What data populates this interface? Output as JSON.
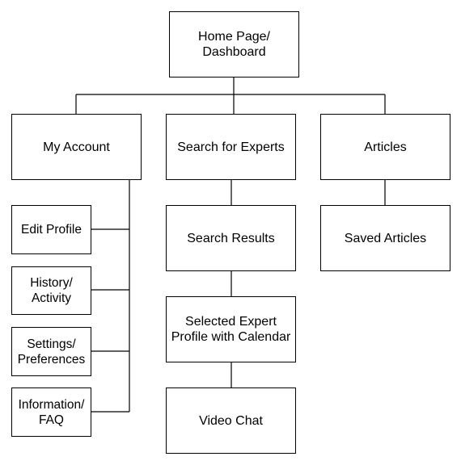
{
  "diagram": {
    "type": "sitemap-tree",
    "line_color": "#000000",
    "box_border_color": "#000000",
    "background": "#ffffff",
    "nodes": {
      "home": "Home Page/\nDashboard",
      "my_account": "My Account",
      "search_experts": "Search for Experts",
      "articles": "Articles",
      "edit_profile": "Edit Profile",
      "history": "History/\nActivity",
      "settings": "Settings/\nPreferences",
      "information": "Information/\nFAQ",
      "search_results": "Search Results",
      "selected_expert": "Selected Expert\nProfile with Calendar",
      "video_chat": "Video Chat",
      "saved_articles": "Saved Articles"
    },
    "edges": [
      [
        "home",
        "my_account"
      ],
      [
        "home",
        "search_experts"
      ],
      [
        "home",
        "articles"
      ],
      [
        "my_account",
        "edit_profile"
      ],
      [
        "my_account",
        "history"
      ],
      [
        "my_account",
        "settings"
      ],
      [
        "my_account",
        "information"
      ],
      [
        "search_experts",
        "search_results"
      ],
      [
        "search_results",
        "selected_expert"
      ],
      [
        "selected_expert",
        "video_chat"
      ],
      [
        "articles",
        "saved_articles"
      ]
    ]
  }
}
